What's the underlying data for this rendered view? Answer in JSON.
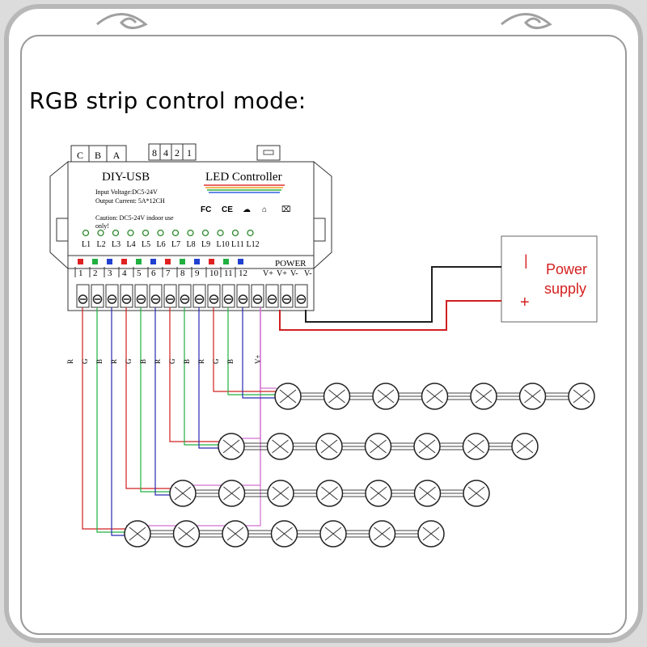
{
  "title": "RGB strip control mode:",
  "controller": {
    "top_left_pins": [
      "C",
      "B",
      "A"
    ],
    "top_right_pins": [
      "8",
      "4",
      "2",
      "1"
    ],
    "name": "DIY-USB",
    "subtitle": "LED Controller",
    "input_voltage": "Input Voltage:DC5-24V",
    "output_current": "Output Current: 5A*12CH",
    "caution_line1": "Caution: DC5-24V indoor use",
    "caution_line2": "only!",
    "cert_marks": [
      "FC",
      "CE",
      "☁",
      "⌂",
      "⌧"
    ],
    "led_labels": [
      "L1",
      "L2",
      "L3",
      "L4",
      "L5",
      "L6",
      "L7",
      "L8",
      "L9",
      "L10",
      "L11",
      "L12"
    ],
    "channel_numbers": [
      "1",
      "2",
      "3",
      "4",
      "5",
      "6",
      "7",
      "8",
      "9",
      "10",
      "11",
      "12"
    ],
    "channel_colors": [
      "#e02020",
      "#20b040",
      "#2040d0",
      "#e02020",
      "#20b040",
      "#2040d0",
      "#e02020",
      "#20b040",
      "#2040d0",
      "#e02020",
      "#20b040",
      "#2040d0"
    ],
    "power_label": "POWER",
    "power_pins": [
      "V+",
      "V+",
      "V-",
      "V-"
    ]
  },
  "power_supply": {
    "minus": "|",
    "plus": "+",
    "label_line1": "Power",
    "label_line2": "supply",
    "label_color": "#d42020"
  },
  "wire_labels": [
    "R",
    "G",
    "B",
    "R",
    "G",
    "B",
    "R",
    "G",
    "B",
    "R",
    "G",
    "B",
    "V+"
  ],
  "colors": {
    "red_wire": "#d02020",
    "green_wire": "#20b040",
    "blue_wire": "#2a2ab0",
    "pink_wire": "#d070d0",
    "black_wire": "#202020"
  }
}
